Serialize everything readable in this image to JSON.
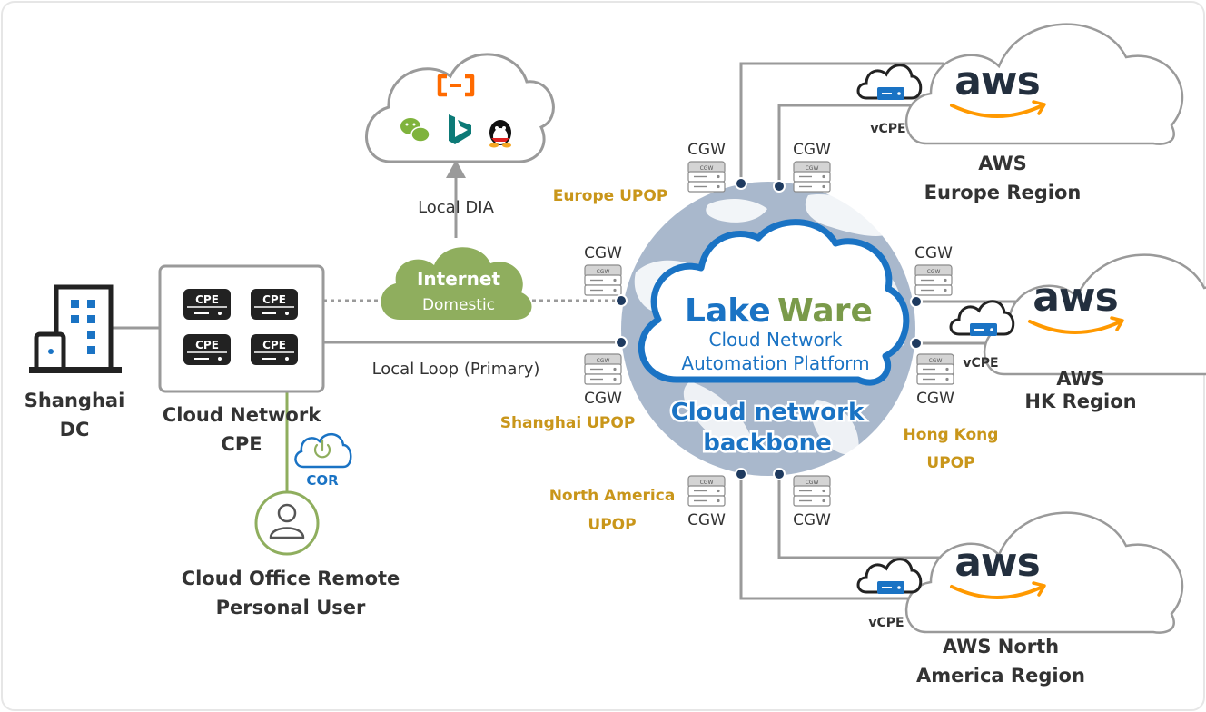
{
  "colors": {
    "line_gray": "#9a9a9a",
    "popus_gold": "#c9961a",
    "brand_blue": "#1a73c4",
    "brand_green": "#7a9a4a",
    "internet_green": "#8fae5e",
    "globe": "#a9b8cc",
    "aws_orange": "#ff9900",
    "aws_dark": "#232f3e"
  },
  "shanghai_dc": {
    "label_line1": "Shanghai",
    "label_line2": "DC",
    "icon": "building-icon"
  },
  "cpe_box": {
    "devices": [
      "CPE",
      "CPE",
      "CPE",
      "CPE"
    ],
    "label_line1": "Cloud Network",
    "label_line2": "CPE"
  },
  "cor_badge": {
    "label": "COR",
    "icon": "power-cloud-icon"
  },
  "remote_user": {
    "label_line1": "Cloud Office Remote",
    "label_line2": "Personal  User",
    "icon": "user-icon"
  },
  "internet": {
    "title": "Internet",
    "subtitle": "Domestic"
  },
  "local_dia": {
    "label": "Local DIA"
  },
  "local_loop": {
    "label": "Local Loop (Primary)"
  },
  "saas_cloud": {
    "icons": [
      "alibaba-cloud-icon",
      "wechat-icon",
      "bing-icon",
      "qq-icon"
    ]
  },
  "platform": {
    "brand_part1": "Lake",
    "brand_part2": "Ware",
    "line1": "Cloud Network",
    "line2": "Automation Platform"
  },
  "backbone": {
    "line1": "Cloud network",
    "line2": "backbone"
  },
  "upops": {
    "europe": "Europe UPOP",
    "shanghai": "Shanghai UPOP",
    "hongkong_line1": "Hong Kong",
    "hongkong_line2": "UPOP",
    "northamerica_line1": "North America",
    "northamerica_line2": "UPOP"
  },
  "cgw": {
    "label": "CGW",
    "chip": "CGW"
  },
  "vcpe": {
    "label": "vCPE"
  },
  "aws": {
    "logo_text": "aws",
    "europe_line1": "AWS",
    "europe_line2": "Europe Region",
    "hk_line1": "AWS",
    "hk_line2": "HK Region",
    "na_line1": "AWS North",
    "na_line2": "America Region"
  }
}
